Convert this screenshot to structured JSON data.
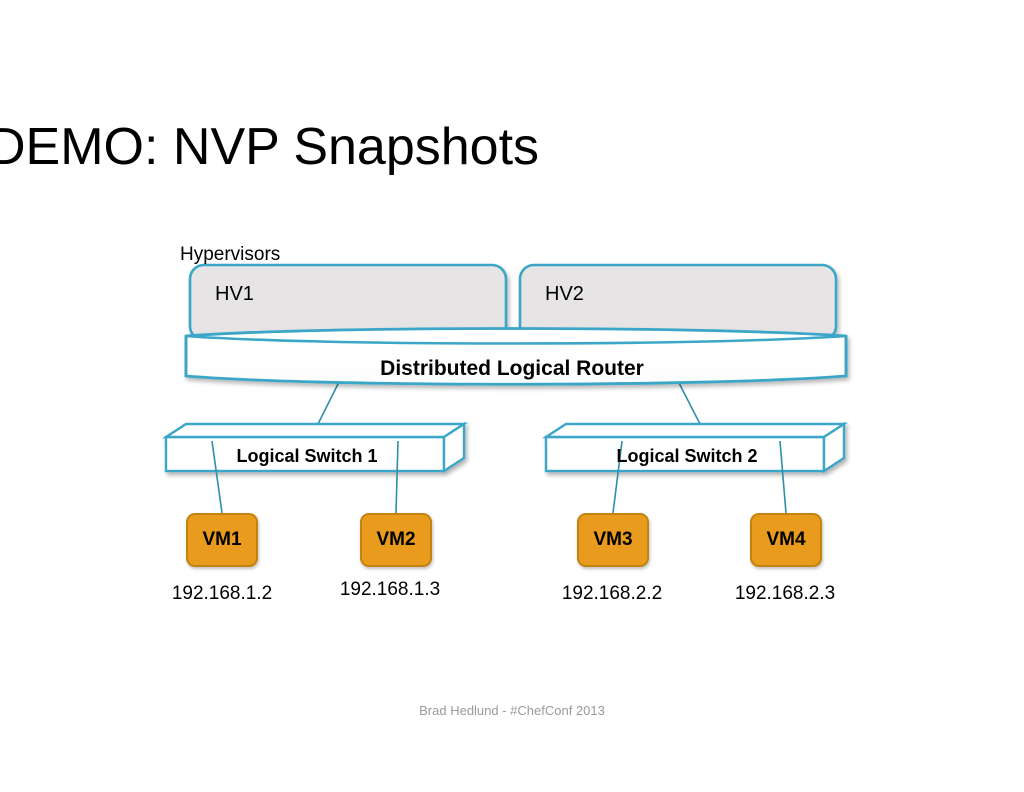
{
  "slide": {
    "title": "DEMO:  NVP Snapshots",
    "footer": "Brad Hedlund - #ChefConf 2013",
    "background": "#ffffff"
  },
  "colors": {
    "accent_teal": "#3BA6C8",
    "hypervisor_fill": "#E6E4E4",
    "vm_fill": "#E89B1C",
    "vm_border": "#C4820F",
    "title_text": "#000000",
    "footer_text": "#9a9a9a"
  },
  "diagram": {
    "hypervisors_label": "Hypervisors",
    "hypervisors": [
      {
        "name": "HV1"
      },
      {
        "name": "HV2"
      }
    ],
    "router": {
      "label": "Distributed Logical Router"
    },
    "switches": [
      {
        "label": "Logical Switch 1"
      },
      {
        "label": "Logical Switch 2"
      }
    ],
    "vms": [
      {
        "name": "VM1",
        "ip": "192.168.1.2"
      },
      {
        "name": "VM2",
        "ip": "192.168.1.3"
      },
      {
        "name": "VM3",
        "ip": "192.168.2.2"
      },
      {
        "name": "VM4",
        "ip": "192.168.2.3"
      }
    ]
  }
}
